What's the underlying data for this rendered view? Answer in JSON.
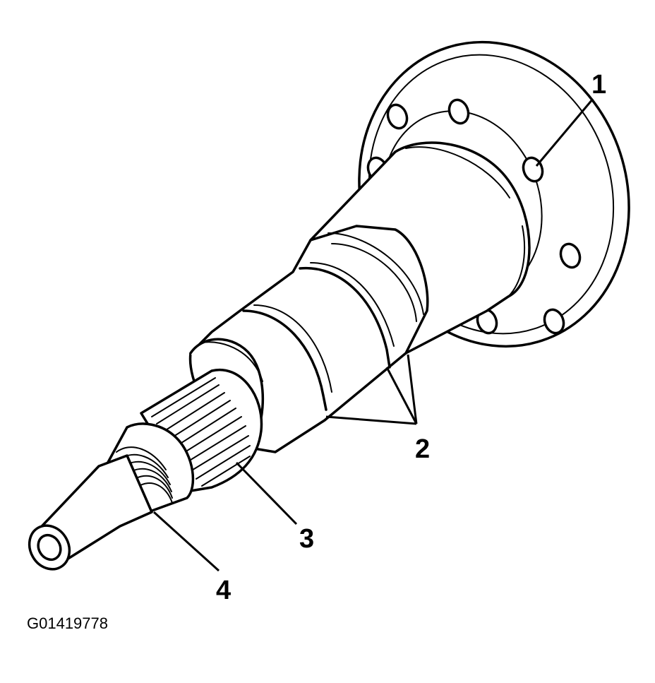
{
  "callouts": {
    "c1": "1",
    "c2": "2",
    "c3": "3",
    "c4": "4"
  },
  "figure_id": "G01419778",
  "colors": {
    "ink": "#000000",
    "paper": "#ffffff"
  }
}
